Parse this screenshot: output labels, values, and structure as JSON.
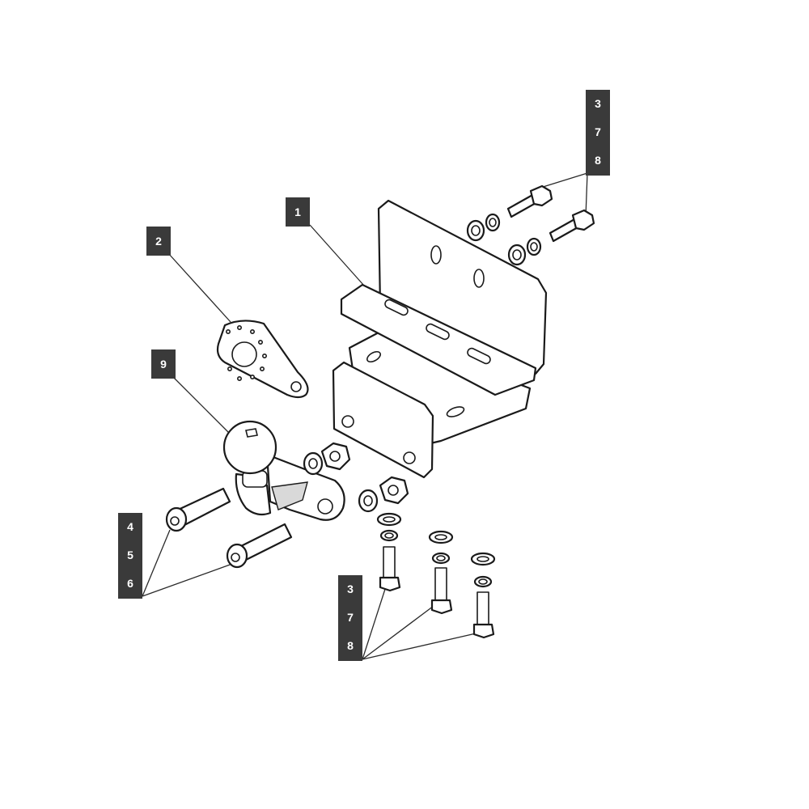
{
  "callouts": {
    "c1": "1",
    "c2": "2",
    "c9": "9",
    "stack_top": [
      "3",
      "7",
      "8"
    ],
    "stack_left": [
      "4",
      "5",
      "6"
    ],
    "stack_bottom": [
      "3",
      "7",
      "8"
    ]
  },
  "colors": {
    "callout_bg": "#3a3a3a",
    "callout_text": "#ffffff",
    "line": "#1a1a1a",
    "background": "#ffffff"
  }
}
